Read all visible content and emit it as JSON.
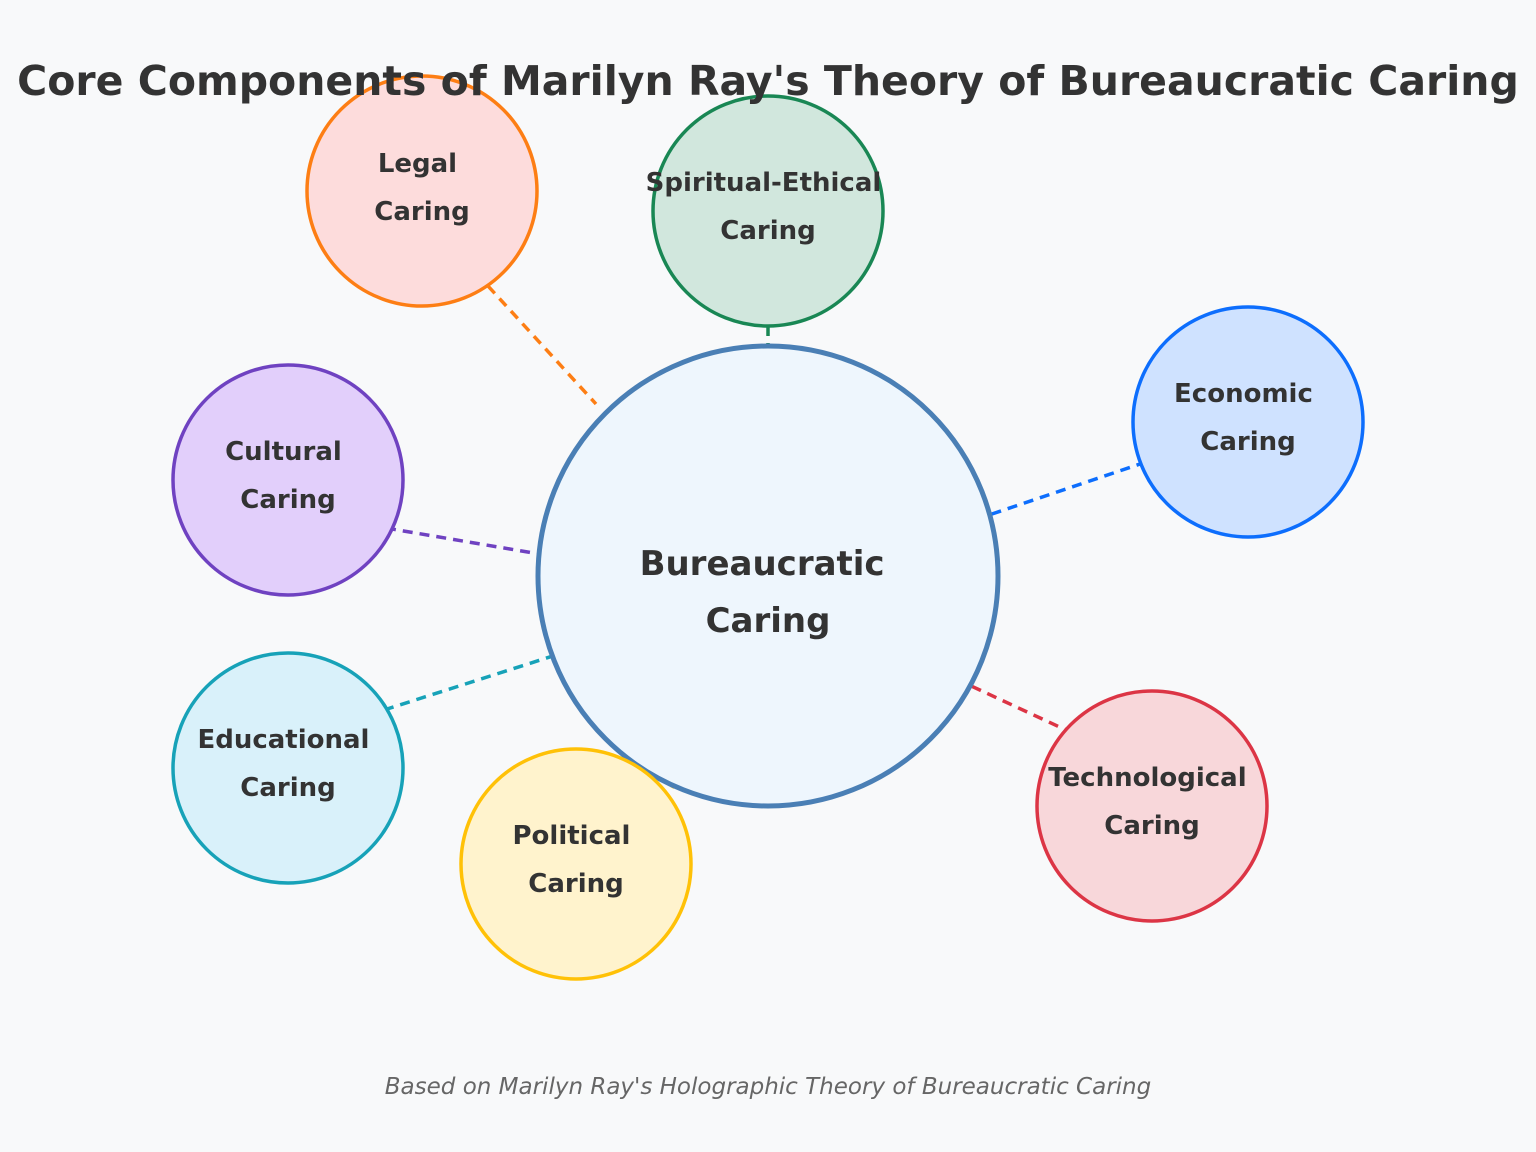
{
  "title": "Core Components of Marilyn Ray's Theory of Bureaucratic Caring",
  "center": {
    "lines": [
      "Bureaucratic",
      "Caring"
    ],
    "stroke": "#4a7fb5",
    "fill": "#eef6fd"
  },
  "components": [
    {
      "id": "legal",
      "lines": [
        "Legal",
        "Caring"
      ],
      "stroke": "#fd7e14",
      "fill": "#fddcdc"
    },
    {
      "id": "spiritual-ethical",
      "lines": [
        "Spiritual-Ethical",
        "Caring"
      ],
      "stroke": "#198754",
      "fill": "#d1e7dd"
    },
    {
      "id": "economic",
      "lines": [
        "Economic",
        "Caring"
      ],
      "stroke": "#0d6efd",
      "fill": "#cfe2ff"
    },
    {
      "id": "cultural",
      "lines": [
        "Cultural",
        "Caring"
      ],
      "stroke": "#6f42c1",
      "fill": "#e2cffb"
    },
    {
      "id": "educational",
      "lines": [
        "Educational",
        "Caring"
      ],
      "stroke": "#17a2b8",
      "fill": "#d9f1fa"
    },
    {
      "id": "political",
      "lines": [
        "Political",
        "Caring"
      ],
      "stroke": "#ffc107",
      "fill": "#fff3cd"
    },
    {
      "id": "technological",
      "lines": [
        "Technological",
        "Caring"
      ],
      "stroke": "#dc3545",
      "fill": "#f8d7da"
    }
  ],
  "footer": "Based on Marilyn Ray's Holographic Theory of Bureaucratic Caring"
}
